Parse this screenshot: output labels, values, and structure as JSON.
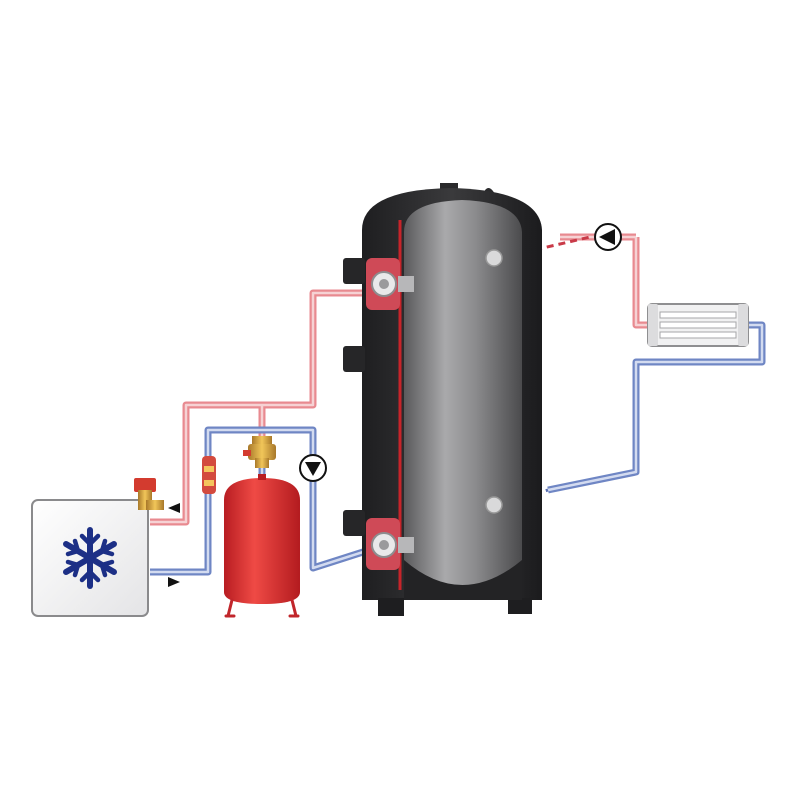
{
  "diagram": {
    "components": [
      {
        "id": "chiller-unit",
        "icon": "snowflake-icon"
      },
      {
        "id": "buffer-tank"
      },
      {
        "id": "expansion-vessel"
      },
      {
        "id": "safety-valve"
      },
      {
        "id": "air-separator"
      },
      {
        "id": "fill-valve"
      },
      {
        "id": "circulation-pump-primary",
        "icon": "pump-icon"
      },
      {
        "id": "circulation-pump-secondary",
        "icon": "pump-icon"
      },
      {
        "id": "fan-coil-radiator"
      }
    ],
    "flows": [
      {
        "from": "chiller-unit",
        "to": "buffer-tank",
        "line": "supply"
      },
      {
        "from": "buffer-tank",
        "to": "chiller-unit",
        "line": "return"
      },
      {
        "from": "buffer-tank",
        "to": "fan-coil-radiator",
        "line": "supply"
      },
      {
        "from": "fan-coil-radiator",
        "to": "buffer-tank",
        "line": "return"
      }
    ],
    "colors": {
      "hot_pipe": "#e88a90",
      "hot_pipe_core": "#f6d2d4",
      "cold_pipe": "#6f86c4",
      "cold_pipe_core": "#d3dbf0",
      "tank_jacket": "#2b2b2d",
      "tank_inner": "#8a8a8c",
      "expansion_vessel": "#d8262a",
      "snowflake": "#1c2f86",
      "brass": "#d9a63a"
    }
  }
}
